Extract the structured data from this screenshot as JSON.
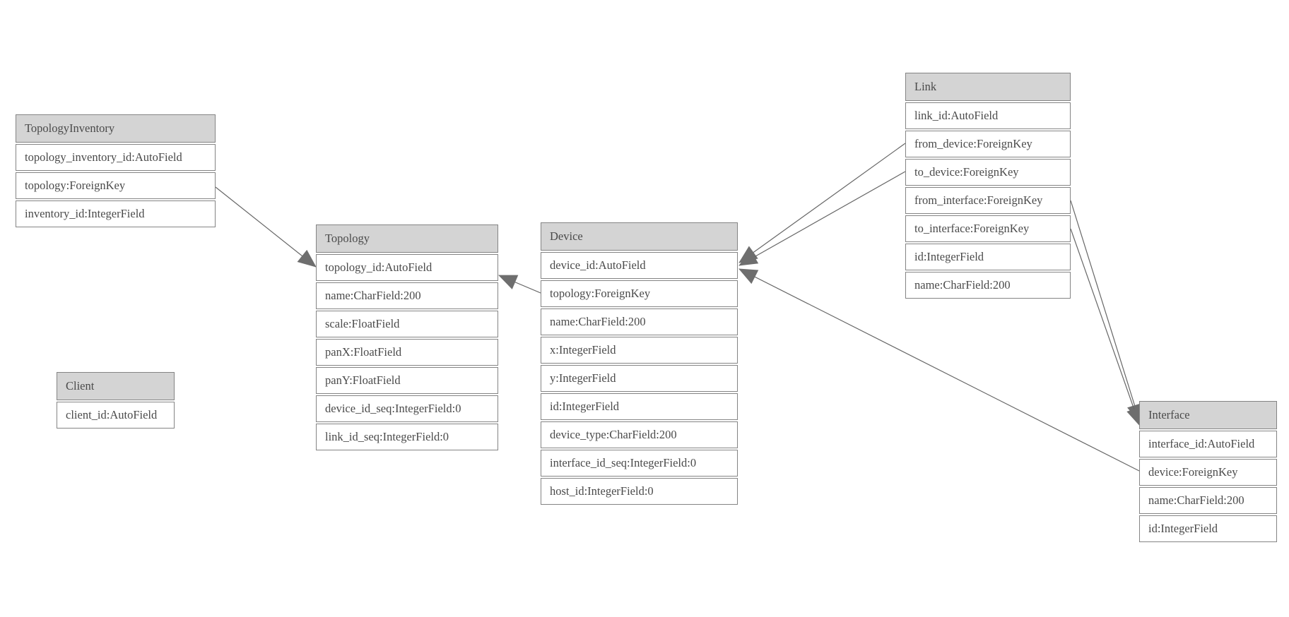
{
  "diagram": {
    "entities": [
      {
        "name": "TopologyInventory",
        "fields": [
          "topology_inventory_id:AutoField",
          "topology:ForeignKey",
          "inventory_id:IntegerField"
        ]
      },
      {
        "name": "Topology",
        "fields": [
          "topology_id:AutoField",
          "name:CharField:200",
          "scale:FloatField",
          "panX:FloatField",
          "panY:FloatField",
          "device_id_seq:IntegerField:0",
          "link_id_seq:IntegerField:0"
        ]
      },
      {
        "name": "Client",
        "fields": [
          "client_id:AutoField"
        ]
      },
      {
        "name": "Device",
        "fields": [
          "device_id:AutoField",
          "topology:ForeignKey",
          "name:CharField:200",
          "x:IntegerField",
          "y:IntegerField",
          "id:IntegerField",
          "device_type:CharField:200",
          "interface_id_seq:IntegerField:0",
          "host_id:IntegerField:0"
        ]
      },
      {
        "name": "Link",
        "fields": [
          "link_id:AutoField",
          "from_device:ForeignKey",
          "to_device:ForeignKey",
          "from_interface:ForeignKey",
          "to_interface:ForeignKey",
          "id:IntegerField",
          "name:CharField:200"
        ]
      },
      {
        "name": "Interface",
        "fields": [
          "interface_id:AutoField",
          "device:ForeignKey",
          "name:CharField:200",
          "id:IntegerField"
        ]
      }
    ],
    "relationships": [
      {
        "from": "TopologyInventory.topology",
        "to": "Topology.topology_id"
      },
      {
        "from": "Device.topology",
        "to": "Topology.topology_id"
      },
      {
        "from": "Link.from_device",
        "to": "Device.device_id"
      },
      {
        "from": "Link.to_device",
        "to": "Device.device_id"
      },
      {
        "from": "Link.from_interface",
        "to": "Interface.interface_id"
      },
      {
        "from": "Link.to_interface",
        "to": "Interface.interface_id"
      },
      {
        "from": "Interface.device",
        "to": "Device.device_id"
      }
    ],
    "colors": {
      "header_fill": "#d4d4d4",
      "border": "#848484",
      "line": "#666666",
      "arrow": "#6e6e6e",
      "text": "#4a4a4a",
      "background": "#ffffff"
    }
  }
}
